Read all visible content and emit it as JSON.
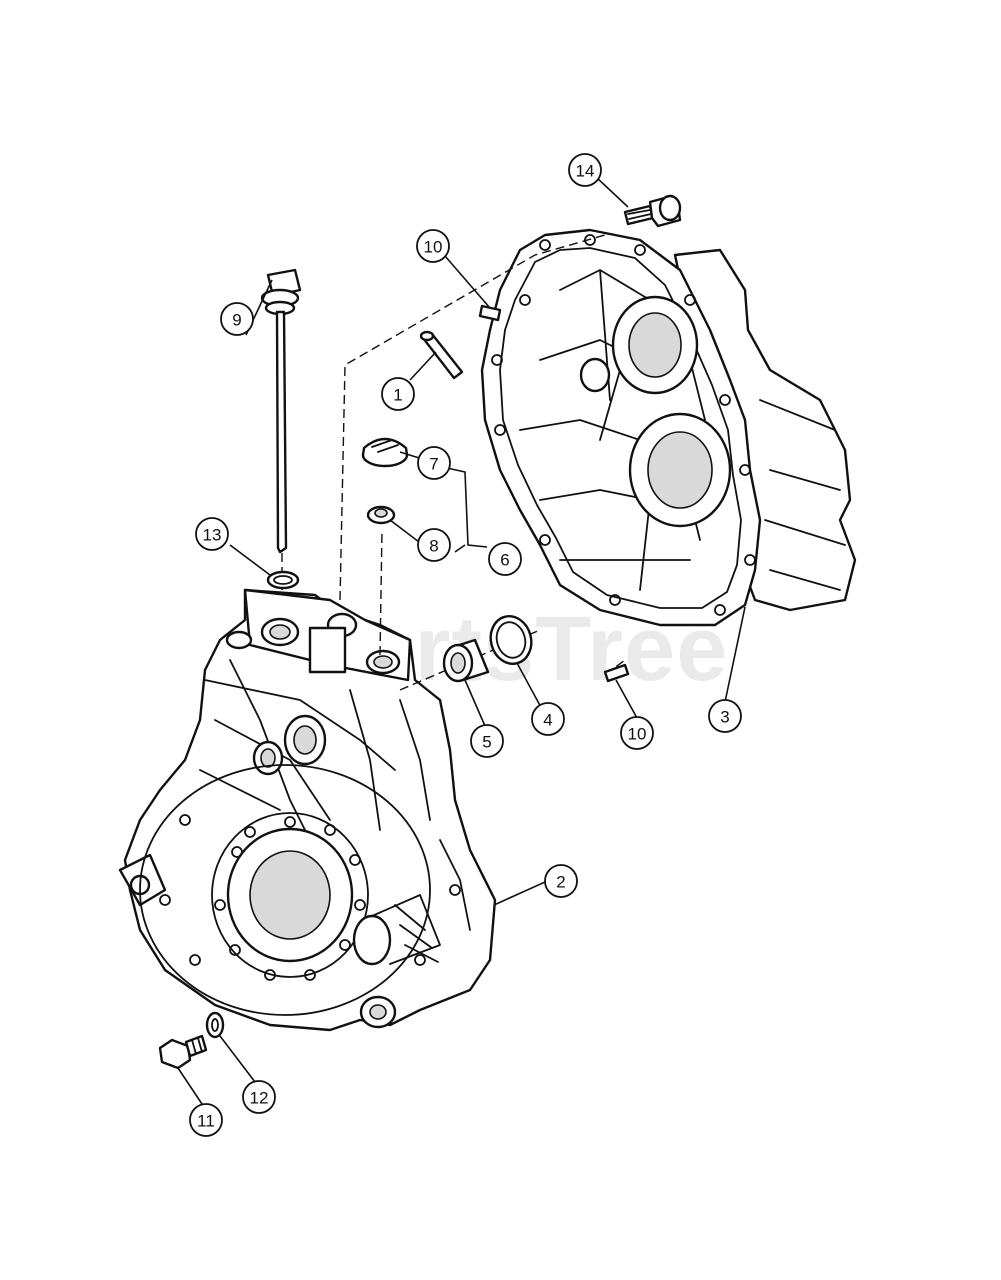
{
  "watermark": "PartsTree",
  "callouts": [
    {
      "id": "c1",
      "label": "1"
    },
    {
      "id": "c2",
      "label": "2"
    },
    {
      "id": "c3",
      "label": "3"
    },
    {
      "id": "c4",
      "label": "4"
    },
    {
      "id": "c5",
      "label": "5"
    },
    {
      "id": "c6",
      "label": "6"
    },
    {
      "id": "c7",
      "label": "7"
    },
    {
      "id": "c8",
      "label": "8"
    },
    {
      "id": "c9",
      "label": "9"
    },
    {
      "id": "c10a",
      "label": "10"
    },
    {
      "id": "c10b",
      "label": "10"
    },
    {
      "id": "c11",
      "label": "11"
    },
    {
      "id": "c12",
      "label": "12"
    },
    {
      "id": "c13",
      "label": "13"
    },
    {
      "id": "c14",
      "label": "14"
    }
  ]
}
